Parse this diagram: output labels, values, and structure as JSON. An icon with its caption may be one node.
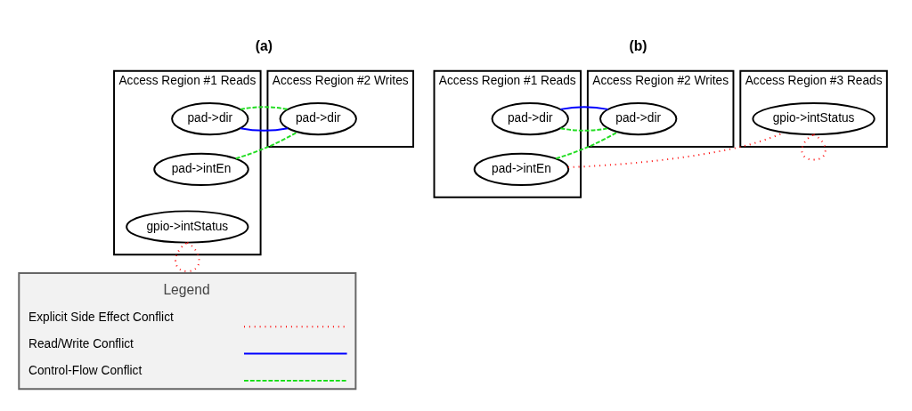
{
  "diagram": {
    "nodes": [
      {
        "text": [
          "Access Region #1 Reads"
        ]
      },
      {
        "text": [
          "pad->dir"
        ],
        "in": 0
      },
      {
        "text": [
          "pad->intEn"
        ],
        "in": 0
      },
      {
        "text": [
          "gpio->intStatus"
        ],
        "in": 0
      },
      {
        "text": [
          "Access Region #2 Writes"
        ]
      },
      {
        "text": [
          "pad->dir"
        ],
        "in": 4
      },
      {
        "text": [
          "Access Region #1 Reads"
        ]
      },
      {
        "text": [
          "pad->dir"
        ],
        "in": 6
      },
      {
        "text": [
          "pad->intEn"
        ],
        "in": 6
      },
      {
        "text": [
          "Access Region #2 Writes"
        ]
      },
      {
        "text": [
          "pad->dir"
        ],
        "in": 9
      },
      {
        "text": [
          "Access Region #3 Reads"
        ]
      },
      {
        "text": [
          "gpio->intStatus"
        ],
        "in": 11
      }
    ],
    "edges": [
      {
        "from": 1,
        "to": 5,
        "arrow": "none",
        "color": "#0000ff"
      },
      {
        "from": 1,
        "to": 5,
        "arrow": "none",
        "style": "dashed"
      },
      {
        "from": 2,
        "to": 5,
        "arrow": "none",
        "style": "dashed"
      },
      {
        "from": 3,
        "to": 3,
        "arrow": "none",
        "style": "dashed",
        "color": "#ff0000"
      },
      {
        "from": 7,
        "to": 10,
        "arrow": "none",
        "style": "dashed"
      },
      {
        "from": 7,
        "to": 10,
        "arrow": "none",
        "color": "#0000ff"
      },
      {
        "from": 8,
        "to": 10,
        "arrow": "none",
        "style": "dashed"
      },
      {
        "from": 8,
        "to": 12,
        "arrow": "none",
        "style": "dashed",
        "color": "#ff0000"
      },
      {
        "from": 12,
        "to": 12,
        "arrow": "none",
        "style": "dashed",
        "color": "#ff0000"
      }
    ],
    "labels": [
      "(a)",
      "(b)",
      "Legend"
    ],
    "legend": [
      {
        "text": "Explicit Side Effect Conflict"
      },
      {
        "text": "Read/Write Conflict"
      },
      {
        "text": "Control-Flow Conflict"
      }
    ]
  }
}
